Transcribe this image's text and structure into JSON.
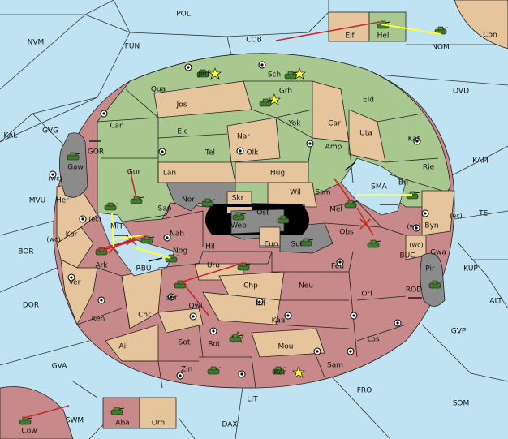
{
  "colors": {
    "sea": "#bfe3f3",
    "green": "#a8c890",
    "tan": "#e6c49c",
    "red": "#c7898a",
    "gray": "#8b8b8b",
    "order_red": "#c8282a",
    "order_yellow": "#ffff33",
    "unit_green": "#3f7a2e"
  },
  "labels": {
    "POL": "POL",
    "COB": "COB",
    "FUN": "FUN",
    "NVM": "NVM",
    "NOM": "NOM",
    "Con": "Con",
    "Elf": "Elf",
    "Hel": "Hel",
    "OVD": "OVD",
    "KAL": "KAL",
    "GVG": "GVG",
    "GOR": "GOR",
    "KAM": "KAM",
    "TEI": "TEI",
    "MVU": "MVU",
    "BOR": "BOR",
    "KUP": "KUP",
    "ALT": "ALT",
    "DOR": "DOR",
    "GVP": "GVP",
    "GVA": "GVA",
    "FRO": "FRO",
    "SOM": "SOM",
    "LIT": "LIT",
    "SWM": "SWM",
    "DAX": "DAX",
    "Cow": "Cow",
    "Aba": "Aba",
    "Orn": "Orn",
    "Jad": "Jad",
    "Sch": "Sch",
    "Qua": "Qua",
    "Jos": "Jos",
    "Grh": "Grh",
    "Eld": "Eld",
    "Can": "Can",
    "Yok": "Yok",
    "Car": "Car",
    "Elc": "Elc",
    "Nar": "Nar",
    "Uta": "Uta",
    "Kat": "Kat",
    "Tel": "Tel",
    "Olk": "Olk",
    "Amp": "Amp",
    "Gaw": "Gaw",
    "Gur": "Gur",
    "Lan": "Lan",
    "Hug": "Hug",
    "Rie": "Rie",
    "Bri": "Bri",
    "SMA": "SMA",
    "Wil": "Wil",
    "Esm": "Esm",
    "Nor": "Nor",
    "Skr": "Skr",
    "Ost": "Ost",
    "Her": "Her",
    "Sap": "Sap",
    "Web": "Web",
    "Mel": "Mel",
    "Byn": "Byn",
    "MIT": "MIT",
    "Kor": "Kor",
    "Nab": "Nab",
    "Obs": "Obs",
    "Eun": "Eun",
    "Sun": "Sun",
    "Hil": "Hil",
    "Gwa": "Gwa",
    "Nog": "Nog",
    "BUC": "BUC",
    "Ark": "Ark",
    "Uru": "Uru",
    "Feu": "Feu",
    "Pir": "Pir",
    "RBU": "RBU",
    "Ver": "Ver",
    "Chp": "Chp",
    "Neu": "Neu",
    "Orl": "Orl",
    "ROD": "ROD",
    "Bar": "Bar",
    "Qwi": "Qwi",
    "Nil": "Nil",
    "Ken": "Ken",
    "Chr": "Chr",
    "Kaa": "Kaa",
    "Los": "Los",
    "Ail": "Ail",
    "Sot": "Sot",
    "Rot": "Rot",
    "Mou": "Mou",
    "Zin": "Zin",
    "Kar": "Kar",
    "Sam": "Sam",
    "wc": "(wc)",
    "ec": "(ec)"
  },
  "units": [
    {
      "name": "tank-hel"
    },
    {
      "name": "tank-nom"
    },
    {
      "name": "tank-jad"
    },
    {
      "name": "tank-sch"
    },
    {
      "name": "tank-grh"
    },
    {
      "name": "tank-gaw"
    },
    {
      "name": "tank-gur"
    },
    {
      "name": "tank-nor"
    },
    {
      "name": "tank-web"
    },
    {
      "name": "tank-ost"
    },
    {
      "name": "tank-sun"
    },
    {
      "name": "tank-mel"
    },
    {
      "name": "tank-obs"
    },
    {
      "name": "tank-bri"
    },
    {
      "name": "tank-pir"
    },
    {
      "name": "tank-mit"
    },
    {
      "name": "tank-nab"
    },
    {
      "name": "tank-ark"
    },
    {
      "name": "tank-nog"
    },
    {
      "name": "tank-uru"
    },
    {
      "name": "tank-bar"
    },
    {
      "name": "tank-rot"
    },
    {
      "name": "tank-zin"
    },
    {
      "name": "tank-kar"
    },
    {
      "name": "tank-cow"
    },
    {
      "name": "tank-aba"
    }
  ]
}
